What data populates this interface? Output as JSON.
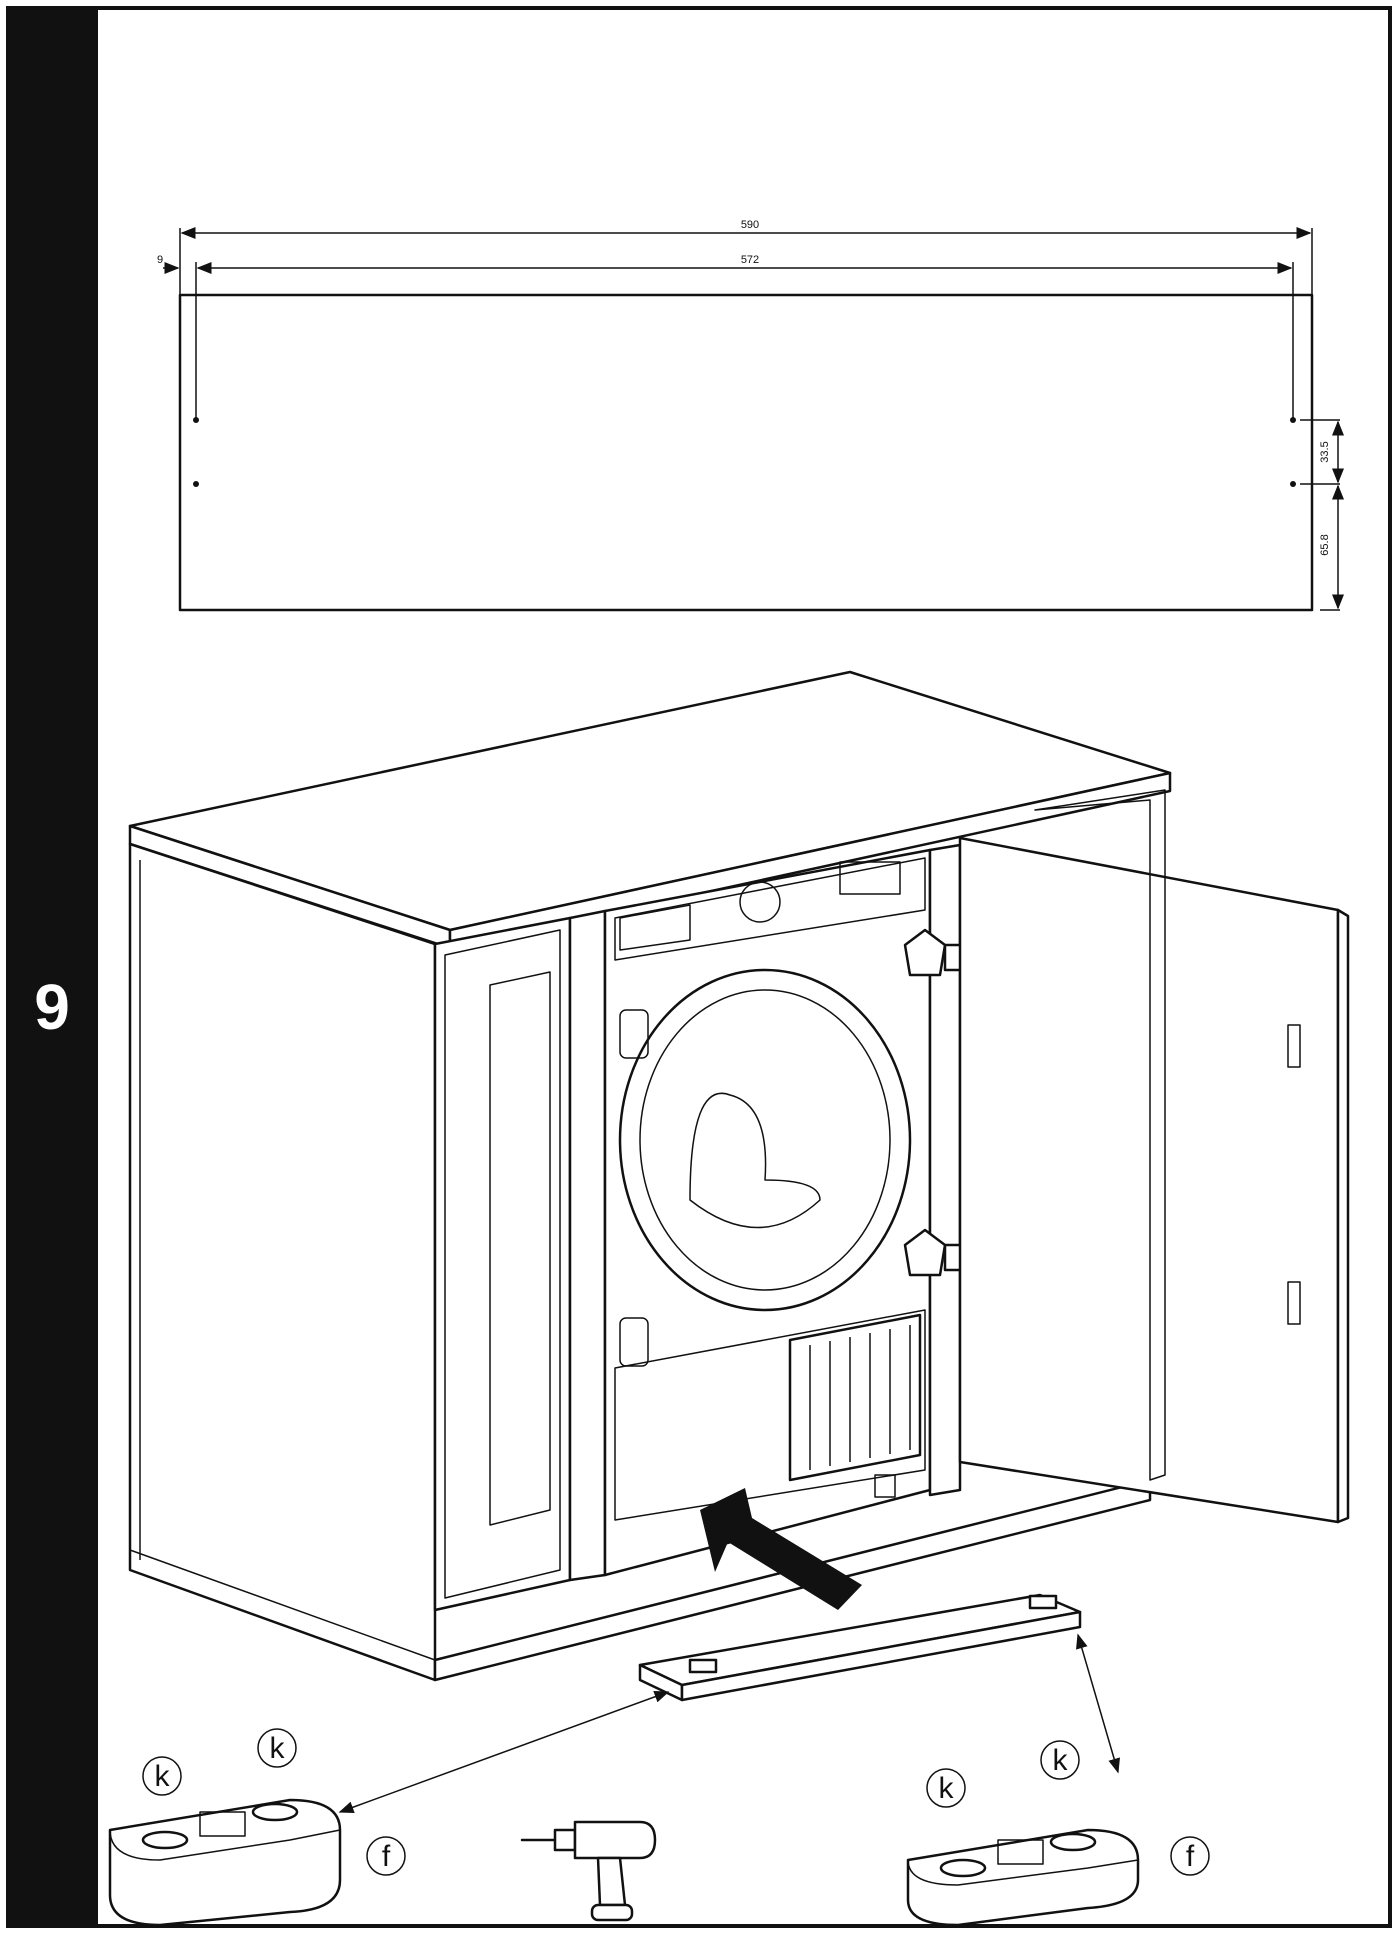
{
  "step": {
    "number": "9"
  },
  "dimensions": {
    "total_width": "590",
    "hole_spacing": "572",
    "edge_offset": "9",
    "upper_hole_height": "33.5",
    "lower_hole_height": "65.8"
  },
  "parts": {
    "screw_label": "k",
    "foot_label": "f"
  },
  "icons": {
    "arrow": "push-arrow-icon",
    "tool": "drill-icon"
  }
}
